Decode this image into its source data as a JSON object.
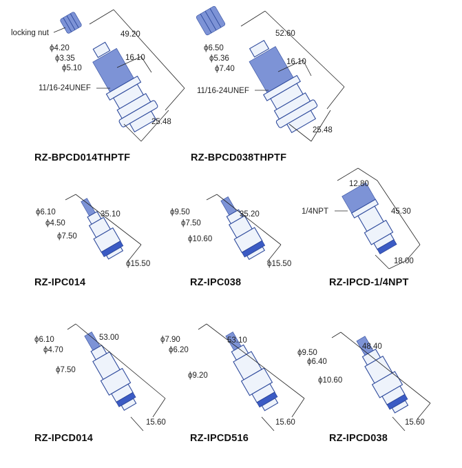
{
  "fittings": [
    {
      "id": "bpcd014",
      "title": "RZ-BPCD014THPTF",
      "labels": {
        "nut": "locking nut",
        "d1": "ϕ4.20",
        "d2": "ϕ3.35",
        "d3": "ϕ5.10",
        "thread": "11/16-24UNEF",
        "len": "49.20",
        "len2": "16.10",
        "w": "25.48"
      }
    },
    {
      "id": "bpcd038",
      "title": "RZ-BPCD038THPTF",
      "labels": {
        "d1": "ϕ6.50",
        "d2": "ϕ5.36",
        "d3": "ϕ7.40",
        "thread": "11/16-24UNEF",
        "len": "52.60",
        "len2": "16.10",
        "w": "25.48"
      }
    },
    {
      "id": "ipc014",
      "title": "RZ-IPC014",
      "labels": {
        "d1": "ϕ6.10",
        "d2": "ϕ4.50",
        "d3": "ϕ7.50",
        "len": "35.10",
        "w": "ϕ15.50"
      }
    },
    {
      "id": "ipc038",
      "title": "RZ-IPC038",
      "labels": {
        "d1": "ϕ9.50",
        "d2": "ϕ7.50",
        "d3": "ϕ10.60",
        "len": "35.20",
        "w": "ϕ15.50"
      }
    },
    {
      "id": "ipcd14npt",
      "title": "RZ-IPCD-1/4NPT",
      "labels": {
        "top": "12.80",
        "thread": "1/4NPT",
        "len": "45.30",
        "w": "18.00"
      }
    },
    {
      "id": "ipcd014",
      "title": "RZ-IPCD014",
      "labels": {
        "d1": "ϕ6.10",
        "d2": "ϕ4.70",
        "d3": "ϕ7.50",
        "len": "53.00",
        "w": "15.60"
      }
    },
    {
      "id": "ipcd516",
      "title": "RZ-IPCD516",
      "labels": {
        "d1": "ϕ7.90",
        "d2": "ϕ6.20",
        "d3": "ϕ9.20",
        "len": "53.10",
        "w": "15.60"
      }
    },
    {
      "id": "ipcd038",
      "title": "RZ-IPCD038",
      "labels": {
        "d1": "ϕ9.50",
        "d2": "ϕ6.40",
        "d3": "ϕ10.60",
        "len": "48.40",
        "w": "15.60"
      }
    }
  ]
}
